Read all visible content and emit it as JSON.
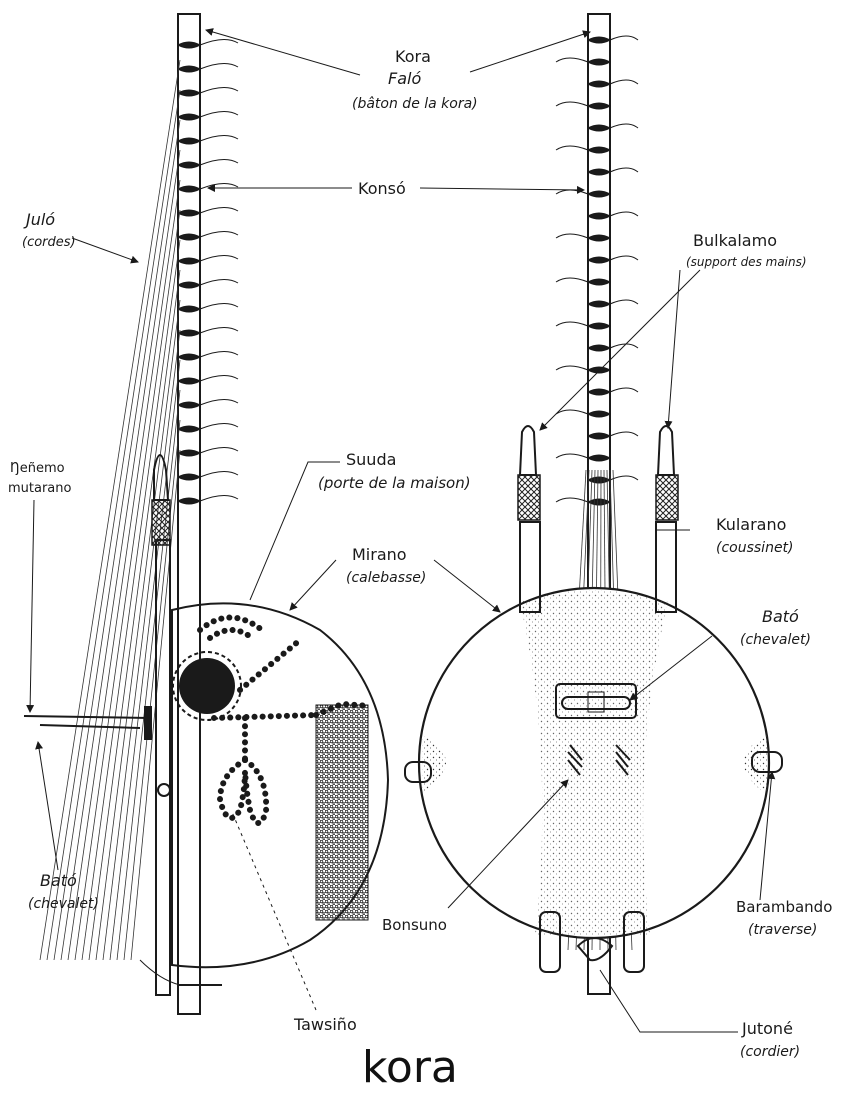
{
  "labels": {
    "kora_falo_1": "Kora",
    "kora_falo_2": "Faló",
    "kora_falo_3": "(bâton de la kora)",
    "konso": "Konsó",
    "julo_1": "Juló",
    "julo_2": "(cordes)",
    "bulkalamo_1": "Bulkalamo",
    "bulkalamo_2": "(support des mains)",
    "nenemo_1": "Ŋeñemo",
    "nenemo_2": "mutarano",
    "suuda_1": "Suuda",
    "suuda_2": "(porte de la maison)",
    "mirano_1": "Mirano",
    "mirano_2": "(calebasse)",
    "kularano_1": "Kularano",
    "kularano_2": "(coussinet)",
    "bato_right_1": "Bató",
    "bato_right_2": "(chevalet)",
    "bato_left_1": "Bató",
    "bato_left_2": "(chevalet)",
    "barambando_1": "Barambando",
    "barambando_2": "(traverse)",
    "bonsuno": "Bonsuno",
    "tawsino": "Tawsiño",
    "jutone_1": "Jutoné",
    "jutone_2": "(cordier)"
  },
  "title": "kora"
}
